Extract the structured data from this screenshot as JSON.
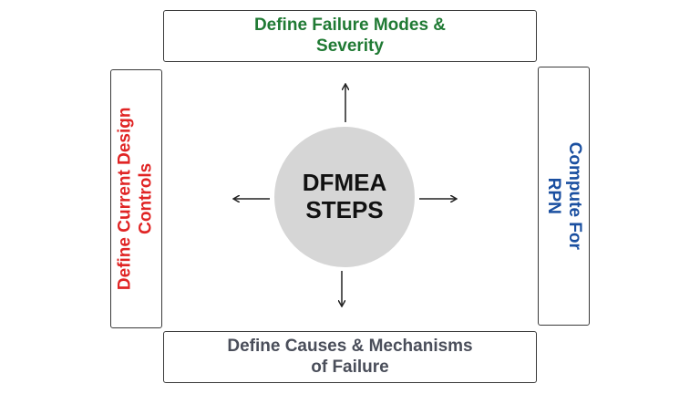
{
  "center": {
    "line1": "DFMEA",
    "line2": "STEPS"
  },
  "top_box": {
    "line1": "Define Failure Modes &",
    "line2": "Severity",
    "color": "#207a34"
  },
  "right_box": {
    "line1": "Compute For",
    "line2": "RPN",
    "color": "#1a4fa0"
  },
  "bottom_box": {
    "line1": "Define Causes & Mechanisms",
    "line2": "of Failure",
    "color": "#4a4e5a"
  },
  "left_box": {
    "line1": "Define Current Design",
    "line2": "Controls",
    "color": "#e02424"
  }
}
